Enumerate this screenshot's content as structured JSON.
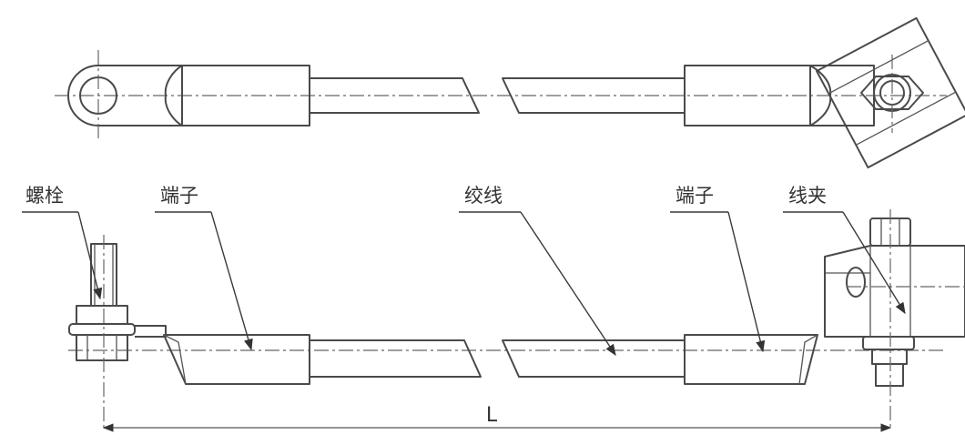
{
  "labels": {
    "bolt": "螺栓",
    "terminal_left": "端子",
    "stranded_wire": "绞线",
    "terminal_right": "端子",
    "clamp": "线夹"
  },
  "dimension": "L"
}
